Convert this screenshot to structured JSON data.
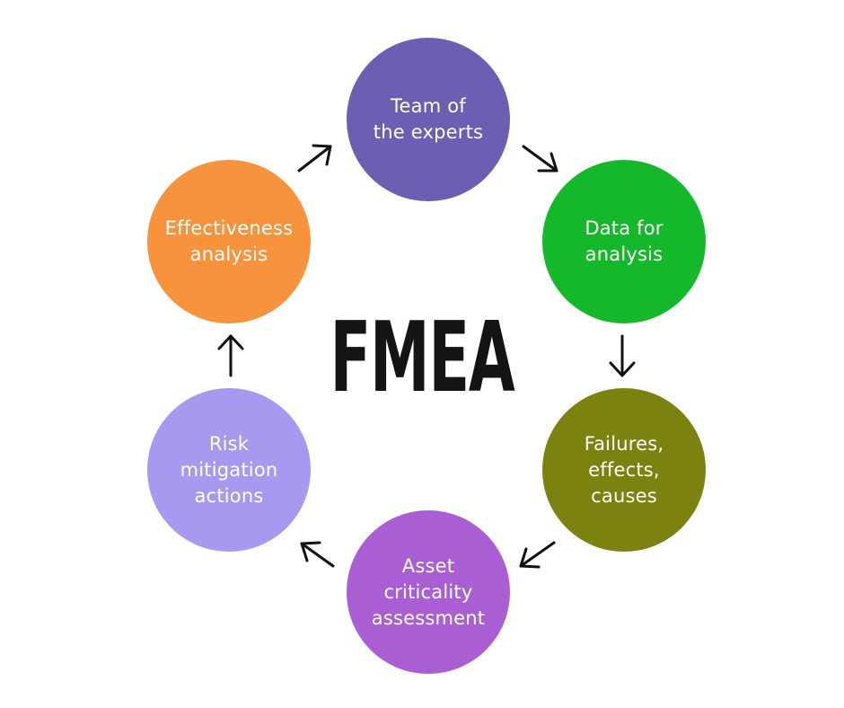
{
  "title": "FMEA",
  "nodes": [
    {
      "label": "Team of\nthe experts",
      "color": "#6b5fb4"
    },
    {
      "label": "Data for\nanalysis",
      "color": "#15b82b"
    },
    {
      "label": "Failures,\neffects,\ncauses",
      "color": "#7c8210"
    },
    {
      "label": "Asset\ncriticality\nassessment",
      "color": "#a95fd3"
    },
    {
      "label": "Risk\nmitigation\nactions",
      "color": "#a69af0"
    },
    {
      "label": "Effectiveness\nanalysis",
      "color": "#f7923d"
    }
  ],
  "arrow_icon": "arrow-icon"
}
